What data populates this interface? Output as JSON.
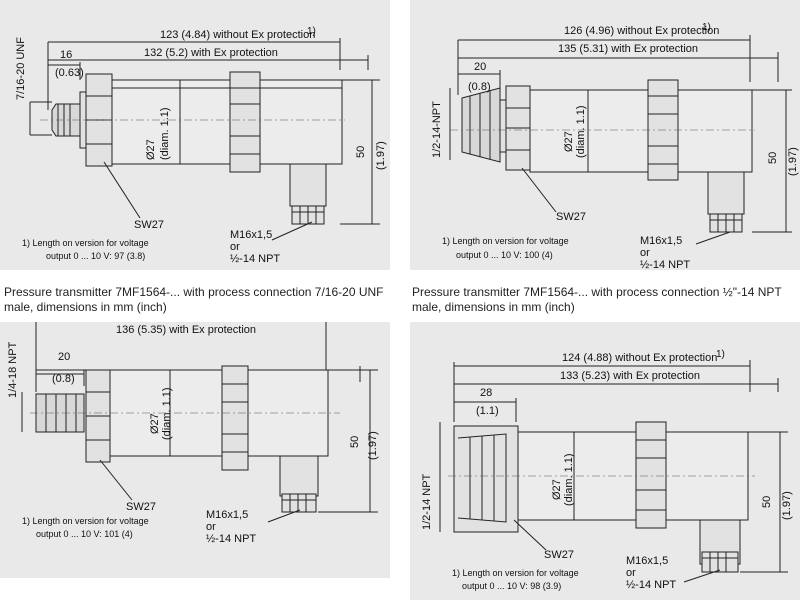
{
  "panels": [
    {
      "thread": "7/16-20 UNF",
      "dim_without": "123 (4.84) without Ex protection",
      "dim_with": "132 (5.2) with Ex protection",
      "dim_small": "16",
      "dim_small_inch": "(0.63)",
      "dia": "Ø27",
      "dia_inch": "(diam. 1.1)",
      "height": "50",
      "height_inch": "(1.97)",
      "sw": "SW27",
      "conn_1": "M16x1,5",
      "conn_2": "or",
      "conn_3": "½-14 NPT",
      "note_1": "1) Length on version for voltage",
      "note_2": "output 0 ... 10 V:  97 (3.8)"
    },
    {
      "thread": "1/2-14-NPT",
      "dim_without": "126 (4.96) without Ex protection",
      "dim_with": "135 (5.31) with Ex protection",
      "dim_small": "20",
      "dim_small_inch": "(0.8)",
      "dia": "Ø27",
      "dia_inch": "(diam. 1.1)",
      "height": "50",
      "height_inch": "(1.97)",
      "sw": "SW27",
      "conn_1": "M16x1,5",
      "conn_2": "or",
      "conn_3": "½-14 NPT",
      "note_1": "1) Length on version for voltage",
      "note_2": "output 0 ... 10 V:  100 (4)"
    },
    {
      "thread": "1/4-18 NPT",
      "dim_with": "136 (5.35) with Ex protection",
      "dim_small": "20",
      "dim_small_inch": "(0.8)",
      "dia": "Ø27",
      "dia_inch": "(diam. 1.1)",
      "height": "50",
      "height_inch": "(1.97)",
      "sw": "SW27",
      "conn_1": "M16x1,5",
      "conn_2": "or",
      "conn_3": "½-14 NPT",
      "note_1": "1) Length on version for voltage",
      "note_2": "output 0 ... 10 V:  101 (4)"
    },
    {
      "thread": "1/2-14 NPT",
      "dim_without": "124 (4.88) without Ex protection",
      "dim_with": "133 (5.23) with Ex protection",
      "dim_small": "28",
      "dim_small_inch": "(1.1)",
      "dia": "Ø27",
      "dia_inch": "(diam. 1.1)",
      "height": "50",
      "height_inch": "(1.97)",
      "sw": "SW27",
      "conn_1": "M16x1,5",
      "conn_2": "or",
      "conn_3": "½-14 NPT",
      "note_1": "1) Length on version for voltage",
      "note_2": "output 0 ... 10 V:  98 (3.9)"
    }
  ],
  "footnote_mark": "1)",
  "captions": [
    {
      "line_1": "Pressure transmitter 7MF1564-... with process connection 7/16-20 UNF",
      "line_2": "male, dimensions in mm (inch)"
    },
    {
      "line_1": "Pressure transmitter 7MF1564-... with process connection ½\"-14 NPT",
      "line_2": "male, dimensions in mm (inch)"
    }
  ]
}
